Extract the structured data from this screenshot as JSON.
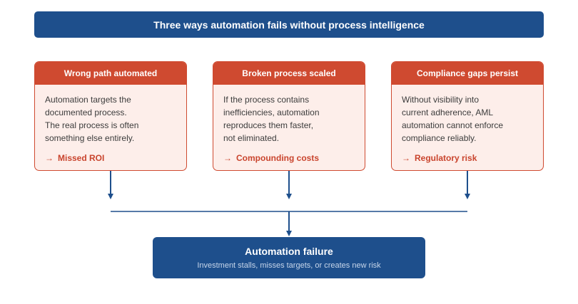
{
  "header": {
    "title": "Three ways automation fails without process intelligence"
  },
  "cards": [
    {
      "title": "Wrong path automated",
      "lines": [
        "Automation targets the",
        "documented process.",
        "The real process is often",
        "something else entirely."
      ],
      "arrow": "→",
      "outcome": "Missed ROI"
    },
    {
      "title": "Broken process scaled",
      "lines": [
        "If the process contains",
        "inefficiencies, automation",
        "reproduces them faster,",
        "not eliminated."
      ],
      "arrow": "→",
      "outcome": "Compounding costs"
    },
    {
      "title": "Compliance gaps persist",
      "lines": [
        "Without visibility into",
        "current adherence, AML",
        "automation cannot enforce",
        "compliance reliably."
      ],
      "arrow": "→",
      "outcome": "Regulatory risk"
    }
  ],
  "result": {
    "title": "Automation failure",
    "subtitle": "Investment stalls, misses targets, or creates new risk"
  },
  "colors": {
    "primary_blue": "#1e4f8c",
    "accent_red": "#cf4a30",
    "card_fill": "#fdeeea"
  }
}
